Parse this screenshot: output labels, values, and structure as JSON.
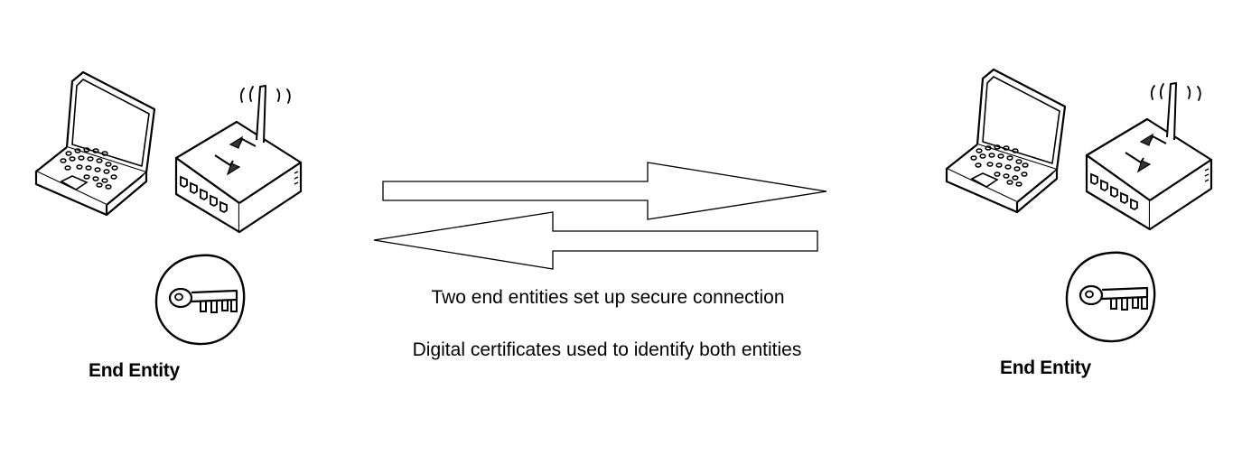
{
  "left_entity": {
    "label": "End Entity",
    "devices": [
      "laptop-icon",
      "wireless-router-icon",
      "key-icon"
    ]
  },
  "right_entity": {
    "label": "End Entity",
    "devices": [
      "laptop-icon",
      "wireless-router-icon",
      "key-icon"
    ]
  },
  "connection": {
    "caption_primary": "Two end entities set up secure connection",
    "caption_secondary": "Digital certificates used to identify both entities"
  },
  "colors": {
    "stroke": "#000000",
    "fill": "#ffffff"
  }
}
